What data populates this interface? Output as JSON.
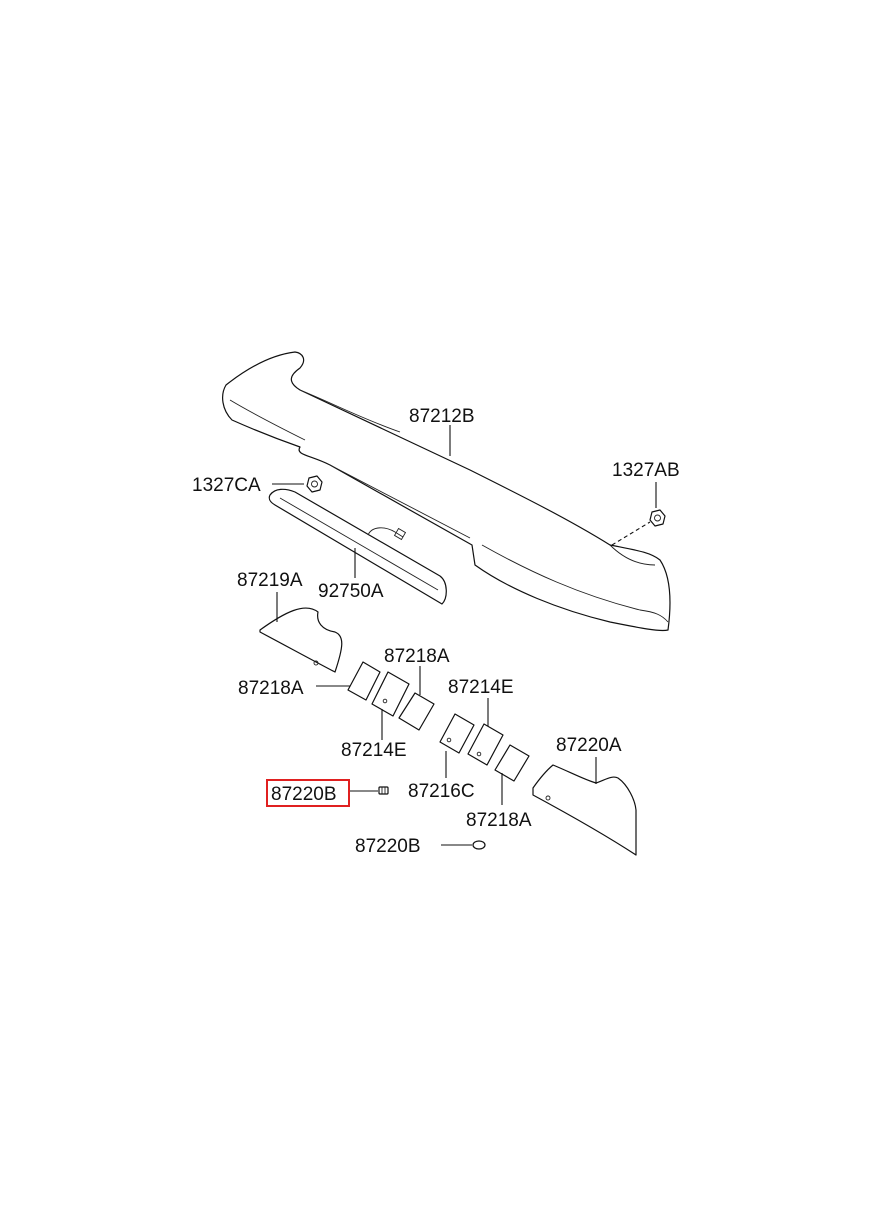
{
  "highlight_color": "#e02020",
  "labels": {
    "p87212B": "87212B",
    "p1327CA": "1327CA",
    "p1327AB": "1327AB",
    "p92750A": "92750A",
    "p87219A": "87219A",
    "p87218A_top": "87218A",
    "p87218A_left": "87218A",
    "p87214E_right": "87214E",
    "p87214E_left": "87214E",
    "p87220A": "87220A",
    "p87216C": "87216C",
    "p87218A_bottom": "87218A",
    "p87220B_highlighted": "87220B",
    "p87220B_lower": "87220B"
  },
  "highlighted_part": "87220B"
}
